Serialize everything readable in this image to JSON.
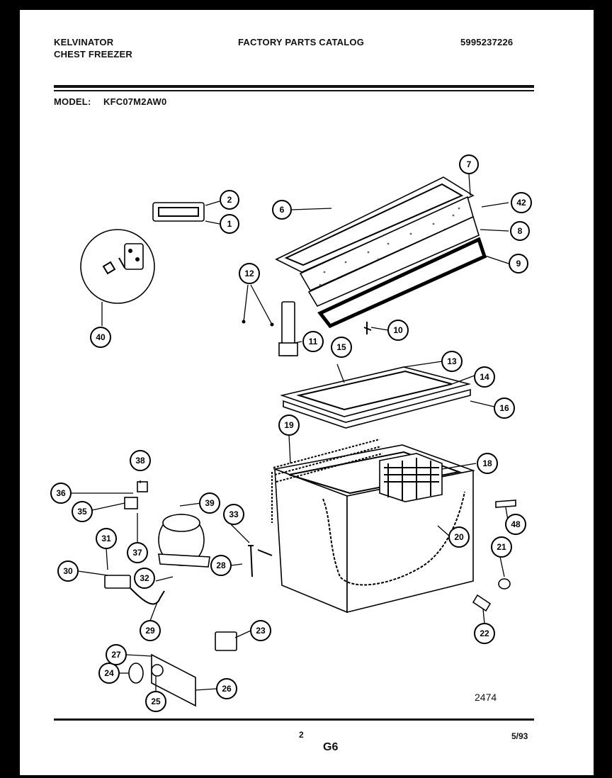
{
  "header": {
    "brand": "KELVINATOR",
    "product": "CHEST FREEZER",
    "catalog_title": "FACTORY PARTS CATALOG",
    "catalog_number": "5995237226",
    "model_label": "MODEL:",
    "model_number": "KFC07M2AW0"
  },
  "diagram": {
    "figure_number": "2474",
    "callouts": [
      "1",
      "2",
      "6",
      "7",
      "42",
      "8",
      "9",
      "10",
      "11",
      "12",
      "13",
      "14",
      "15",
      "16",
      "18",
      "19",
      "20",
      "21",
      "22",
      "23",
      "24",
      "25",
      "26",
      "27",
      "28",
      "29",
      "30",
      "31",
      "32",
      "33",
      "35",
      "36",
      "37",
      "38",
      "39",
      "40",
      "48"
    ]
  },
  "footer": {
    "page_number": "2",
    "section_code": "G6",
    "date": "5/93"
  }
}
